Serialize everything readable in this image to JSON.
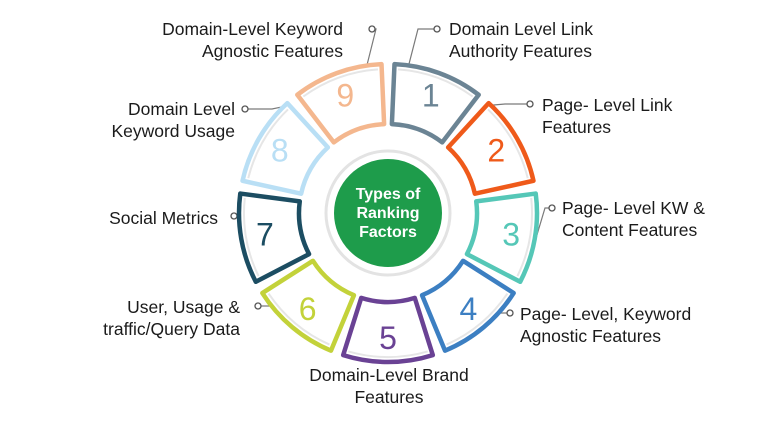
{
  "center": {
    "lines": [
      "Types of",
      "Ranking",
      "Factors"
    ],
    "color": "#1e9c4b"
  },
  "segments": [
    {
      "num": "1",
      "color": "#6b8494",
      "label": [
        "Domain Level Link",
        "Authority Features"
      ]
    },
    {
      "num": "2",
      "color": "#ef5a1a",
      "label": [
        "Page- Level Link",
        "Features"
      ]
    },
    {
      "num": "3",
      "color": "#55c7b7",
      "label": [
        "Page- Level KW &",
        "Content Features"
      ]
    },
    {
      "num": "4",
      "color": "#3c7fc2",
      "label": [
        "Page- Level, Keyword",
        "Agnostic Features"
      ]
    },
    {
      "num": "5",
      "color": "#6a4294",
      "label": [
        "Domain-Level Brand",
        "Features"
      ]
    },
    {
      "num": "6",
      "color": "#c3d23a",
      "label": [
        "User, Usage &",
        "traffic/Query Data"
      ]
    },
    {
      "num": "7",
      "color": "#1c4d62",
      "label": [
        "Social Metrics"
      ]
    },
    {
      "num": "8",
      "color": "#b9dff5",
      "label": [
        "Domain Level",
        "Keyword Usage"
      ]
    },
    {
      "num": "9",
      "color": "#f4b78e",
      "label": [
        "Domain-Level Keyword",
        "Agnostic Features"
      ]
    }
  ]
}
